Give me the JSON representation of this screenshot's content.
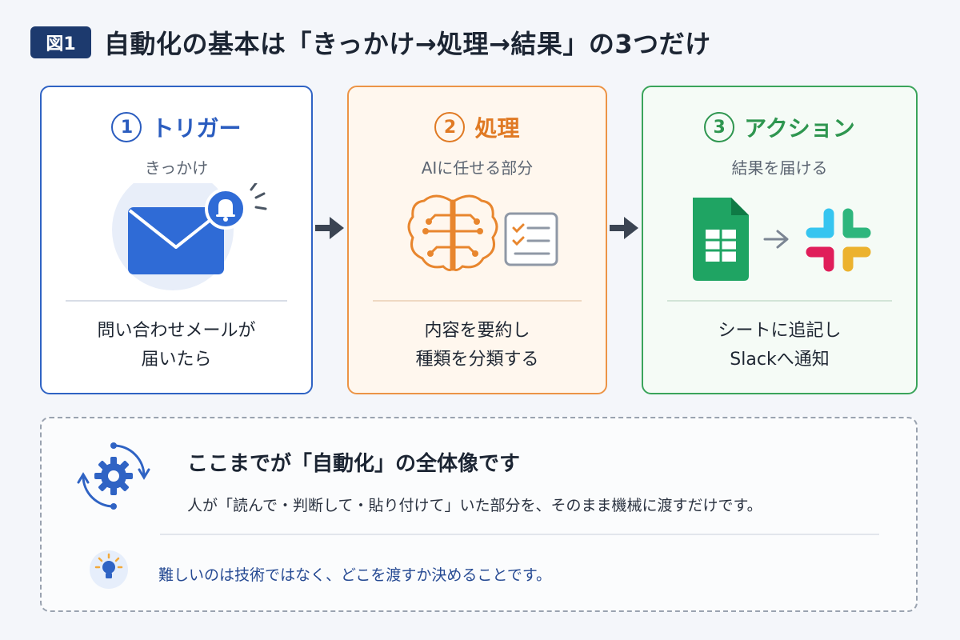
{
  "title": {
    "badge": "図1",
    "text": "自動化の基本は「きっかけ→処理→結果」の3つだけ"
  },
  "steps": [
    {
      "number": "1",
      "name": "トリガー",
      "subtitle": "きっかけ",
      "description": [
        "問い合わせメールが",
        "届いたら"
      ],
      "accent": "#2a5cbf",
      "icons": [
        "mail-icon",
        "bell-icon"
      ]
    },
    {
      "number": "2",
      "name": "処理",
      "subtitle": "AIに任せる部分",
      "description": [
        "内容を要約し",
        "種類を分類する"
      ],
      "accent": "#e07a24",
      "icons": [
        "brain-circuit-icon",
        "checklist-icon"
      ]
    },
    {
      "number": "3",
      "name": "アクション",
      "subtitle": "結果を届ける",
      "description": [
        "シートに追記し",
        "Slackへ通知"
      ],
      "accent": "#2f9650",
      "icons": [
        "spreadsheet-icon",
        "arrow-right-icon",
        "slack-icon"
      ]
    }
  ],
  "summary": {
    "heading": "ここまでが「自動化」の全体像です",
    "body": "人が「読んで・判断して・貼り付けて」いた部分を、そのまま機械に渡すだけです。",
    "tip": "難しいのは技術ではなく、どこを渡すか決めることです。",
    "icons": [
      "gear-cycle-icon",
      "lightbulb-icon"
    ]
  }
}
